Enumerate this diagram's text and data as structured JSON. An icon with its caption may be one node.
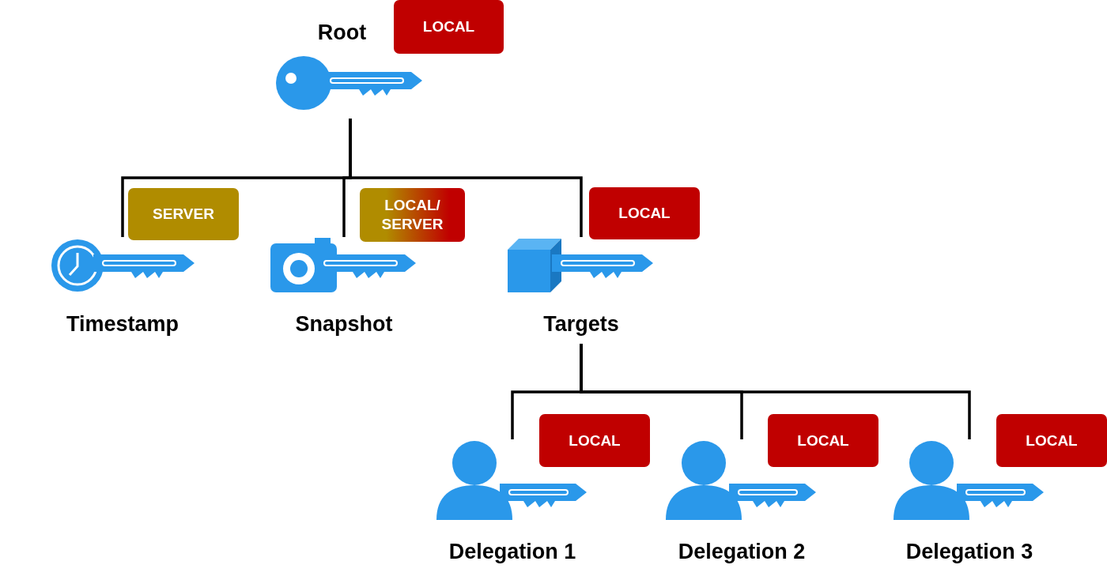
{
  "diagram": {
    "nodes": [
      {
        "text": [
          "Root"
        ]
      },
      {
        "text": [
          "LOCAL"
        ]
      },
      {
        "text": [
          "SERVER"
        ]
      },
      {
        "text": [
          "LOCAL/ SERVER"
        ]
      },
      {
        "text": [
          "LOCAL"
        ]
      },
      {
        "text": [
          "Timestamp"
        ]
      },
      {
        "text": [
          "Snapshot"
        ]
      },
      {
        "text": [
          "Targets"
        ]
      },
      {
        "text": [
          "LOCAL"
        ]
      },
      {
        "text": [
          "LOCAL"
        ]
      },
      {
        "text": [
          "LOCAL"
        ]
      },
      {
        "text": [
          "Delegation 1"
        ]
      },
      {
        "text": [
          "Delegation 2"
        ]
      },
      {
        "text": [
          "Delegation 3"
        ]
      }
    ],
    "edges": [
      {
        "from": 0,
        "to": 5,
        "arrow": "none"
      },
      {
        "from": 0,
        "to": 6,
        "arrow": "none"
      },
      {
        "from": 0,
        "to": 7,
        "arrow": "none"
      },
      {
        "from": 7,
        "to": 11,
        "arrow": "none"
      },
      {
        "from": 7,
        "to": 12,
        "arrow": "none"
      },
      {
        "from": 7,
        "to": 13,
        "arrow": "none"
      }
    ]
  }
}
